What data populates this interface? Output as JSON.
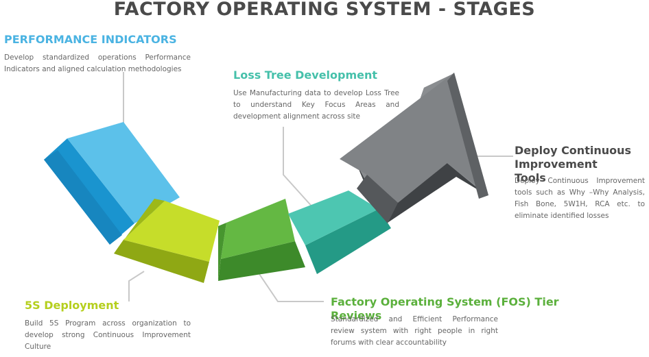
{
  "title": "FACTORY OPERATING SYSTEM - STAGES",
  "colors": {
    "title": "#4a4a4a",
    "performance": "#4ab3e2",
    "deployment_5s": "#b5cf1e",
    "fos": "#5bb03c",
    "loss_tree": "#45c0aa",
    "continuous": "#7a7d80",
    "connector": "#c8c8c8",
    "body_text": "#666666"
  },
  "stages": [
    {
      "id": "performance",
      "title": "PERFORMANCE INDICATORS",
      "description": "Develop standardized operations Performance Indicators and aligned calculation methodologies"
    },
    {
      "id": "loss_tree",
      "title": "Loss Tree Development",
      "description": "Use Manufacturing data to develop Loss Tree to understand Key Focus Areas and development alignment across site"
    },
    {
      "id": "continuous",
      "title": "Deploy Continuous Improvement Tools",
      "description": "Deploy Continuous Improvement tools such as Why –Why Analysis, Fish Bone, 5W1H, RCA etc. to eliminate identified losses"
    },
    {
      "id": "deployment_5s",
      "title": "5S Deployment",
      "description": "Build 5S Program across organization to develop strong Continuous Improvement Culture"
    },
    {
      "id": "fos",
      "title": "Factory Operating System (FOS) Tier Reviews",
      "description": "Standardized and Efficient Performance review system with right people in right forums with clear accountability"
    }
  ]
}
